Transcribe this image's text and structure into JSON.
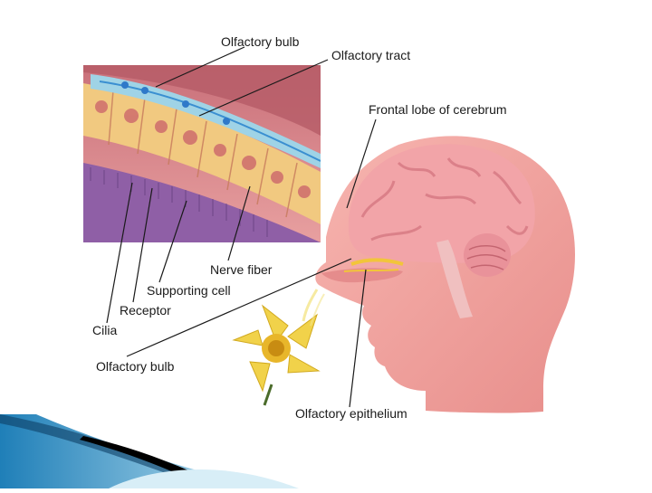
{
  "labels": {
    "olfactory_bulb_top": "Olfactory bulb",
    "olfactory_tract": "Olfactory tract",
    "frontal_lobe": "Frontal lobe of cerebrum",
    "nerve_fiber": "Nerve fiber",
    "supporting_cell": "Supporting cell",
    "receptor": "Receptor",
    "cilia": "Cilia",
    "olfactory_bulb_bottom": "Olfactory bulb",
    "olfactory_epithelium": "Olfactory epithelium"
  }
}
